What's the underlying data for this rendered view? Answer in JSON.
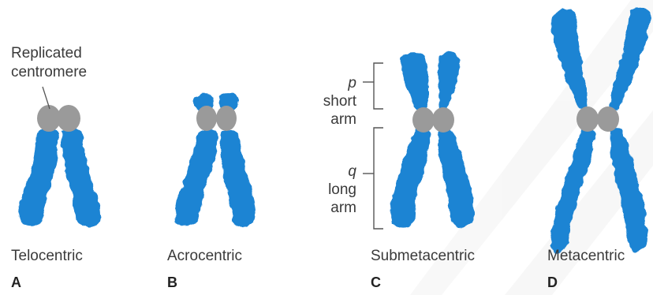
{
  "callout": {
    "line1": "Replicated",
    "line2": "centromere"
  },
  "types": [
    {
      "name": "Telocentric",
      "letter": "A"
    },
    {
      "name": "Acrocentric",
      "letter": "B"
    },
    {
      "name": "Submetacentric",
      "letter": "C"
    },
    {
      "name": "Metacentric",
      "letter": "D"
    }
  ],
  "arms": {
    "p": {
      "symbol": "p",
      "line1": "short",
      "line2": "arm"
    },
    "q": {
      "symbol": "q",
      "line1": "long",
      "line2": "arm"
    }
  },
  "colors": {
    "chromatid": "#1f84d3",
    "centromere": "#9a9a9a",
    "text": "#3a3a3a",
    "bracket": "#555555"
  }
}
